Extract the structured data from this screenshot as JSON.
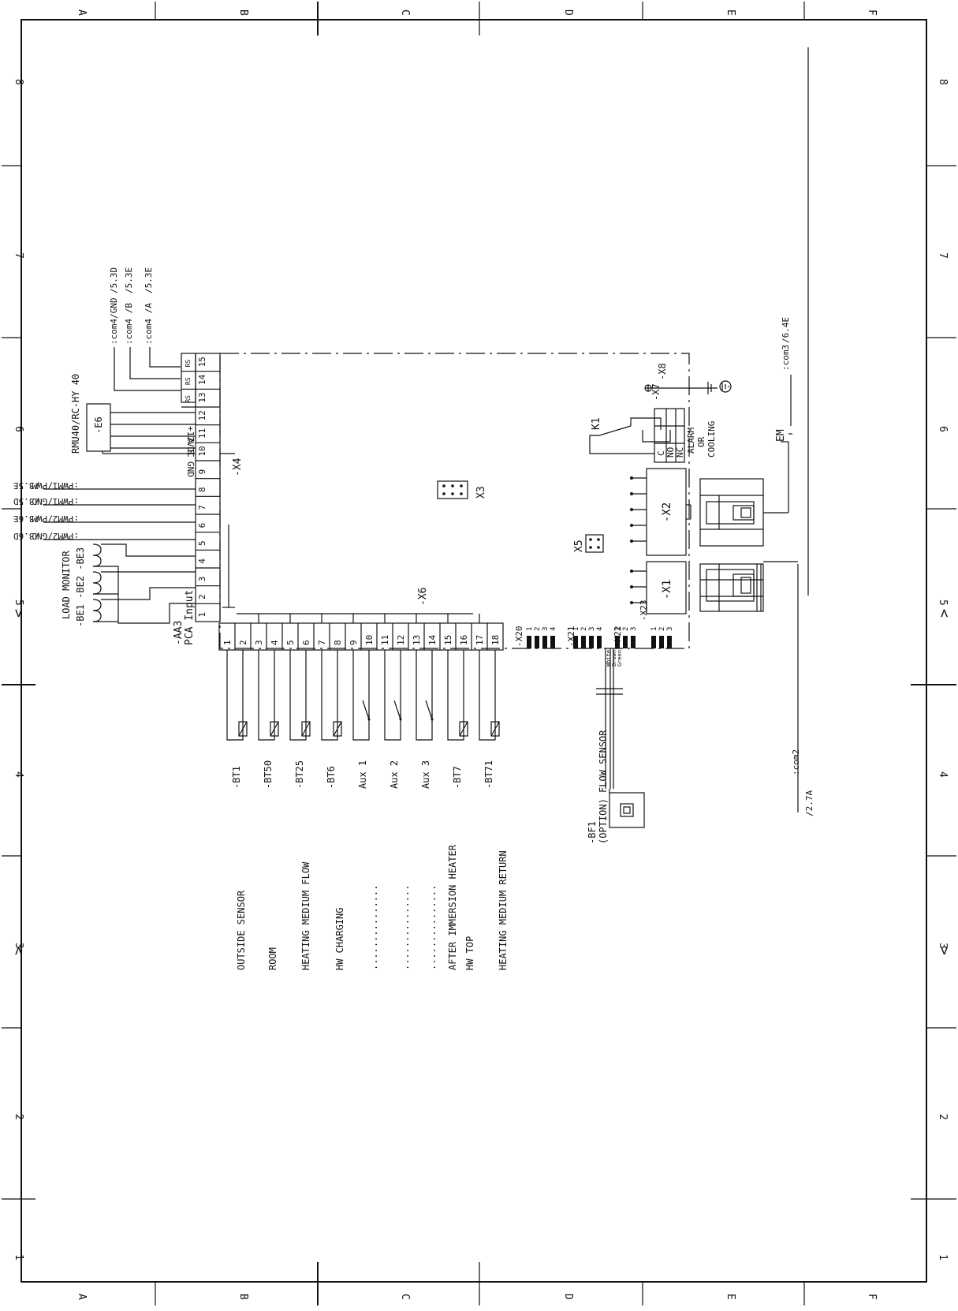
{
  "border": {
    "columns": [
      "A",
      "B",
      "C",
      "D",
      "E",
      "F"
    ],
    "rows": [
      "8",
      "7",
      "6",
      "5",
      "4",
      "3",
      "2",
      "1"
    ],
    "arrow_symbols": [
      "<",
      ">"
    ]
  },
  "board": {
    "designation": "-AA3",
    "name": "PCA Input",
    "connector_x4": "-X4",
    "connector_x6": "-X6",
    "x3": "X3",
    "x5": "X5",
    "x1": "-X1",
    "x2": "-X2",
    "x7": "-X7",
    "x8": "-X8",
    "x20": "-X20",
    "x21": "-X21",
    "x22": "-X22",
    "x23": "-X23",
    "relay": "K1",
    "relay_terminals": [
      "C",
      "NO",
      "NC"
    ],
    "alarm_lines": [
      "ALARM",
      "OR",
      "COOLING"
    ],
    "em_label": "EM",
    "com3_text": ":com3",
    "com3_ref": "/6.4E",
    "com2_text": ":com2",
    "com2_ref": "/2.7A",
    "x22_wire_colors": [
      "White",
      "Brown",
      "Green"
    ]
  },
  "x4": {
    "terminals": [
      "1",
      "2",
      "3",
      "4",
      "5",
      "6",
      "7",
      "8",
      "9",
      "10",
      "11",
      "12",
      "13",
      "14",
      "15"
    ],
    "rs_labels": [
      "RS",
      "RS",
      "RS"
    ],
    "signal_labels": [
      "GND",
      "B",
      "A",
      "+12VDC"
    ],
    "pwm_labels": [
      {
        "text": ":PWM2/GND",
        "ref": "/3.6D"
      },
      {
        "text": ":PWM2/PWM",
        "ref": "/3.6E"
      },
      {
        "text": ":PWM1/GND",
        "ref": "/3.5D"
      },
      {
        "text": ":PWM1/PWM",
        "ref": "/3.5E"
      }
    ],
    "com4_labels": [
      {
        "text": ":com4/GND",
        "ref": "/5.3D"
      },
      {
        "text": ":com4 /B",
        "ref": "/5.3E"
      },
      {
        "text": ":com4 /A",
        "ref": "/5.3E"
      }
    ],
    "module_label": "RMU40/RC-HY 40",
    "module_ref": "-E6",
    "load_monitor": "LOAD MONITOR",
    "load_parts": "-BE1 -BE2 -BE3"
  },
  "x6": {
    "terminals": [
      "1",
      "2",
      "3",
      "4",
      "5",
      "6",
      "7",
      "8",
      "9",
      "10",
      "11",
      "12",
      "13",
      "14",
      "15",
      "16",
      "17",
      "18"
    ],
    "sensors": [
      "-BT1",
      "-BT50",
      "-BT25",
      "-BT6",
      "Aux 1",
      "Aux 2",
      "Aux 3",
      "-BT7",
      "-BT71"
    ],
    "descriptions": [
      "OUTSIDE SENSOR",
      "ROOM",
      "HEATING MEDIUM FLOW",
      "HW CHARGING",
      "...............",
      "...............",
      "...............",
      "AFTER IMMERSION HEATER",
      "HW TOP",
      "HEATING MEDIUM RETURN"
    ]
  },
  "flow_sensor": {
    "ref": "-BF1",
    "label": "(OPTION) FLOW SENSOR"
  }
}
